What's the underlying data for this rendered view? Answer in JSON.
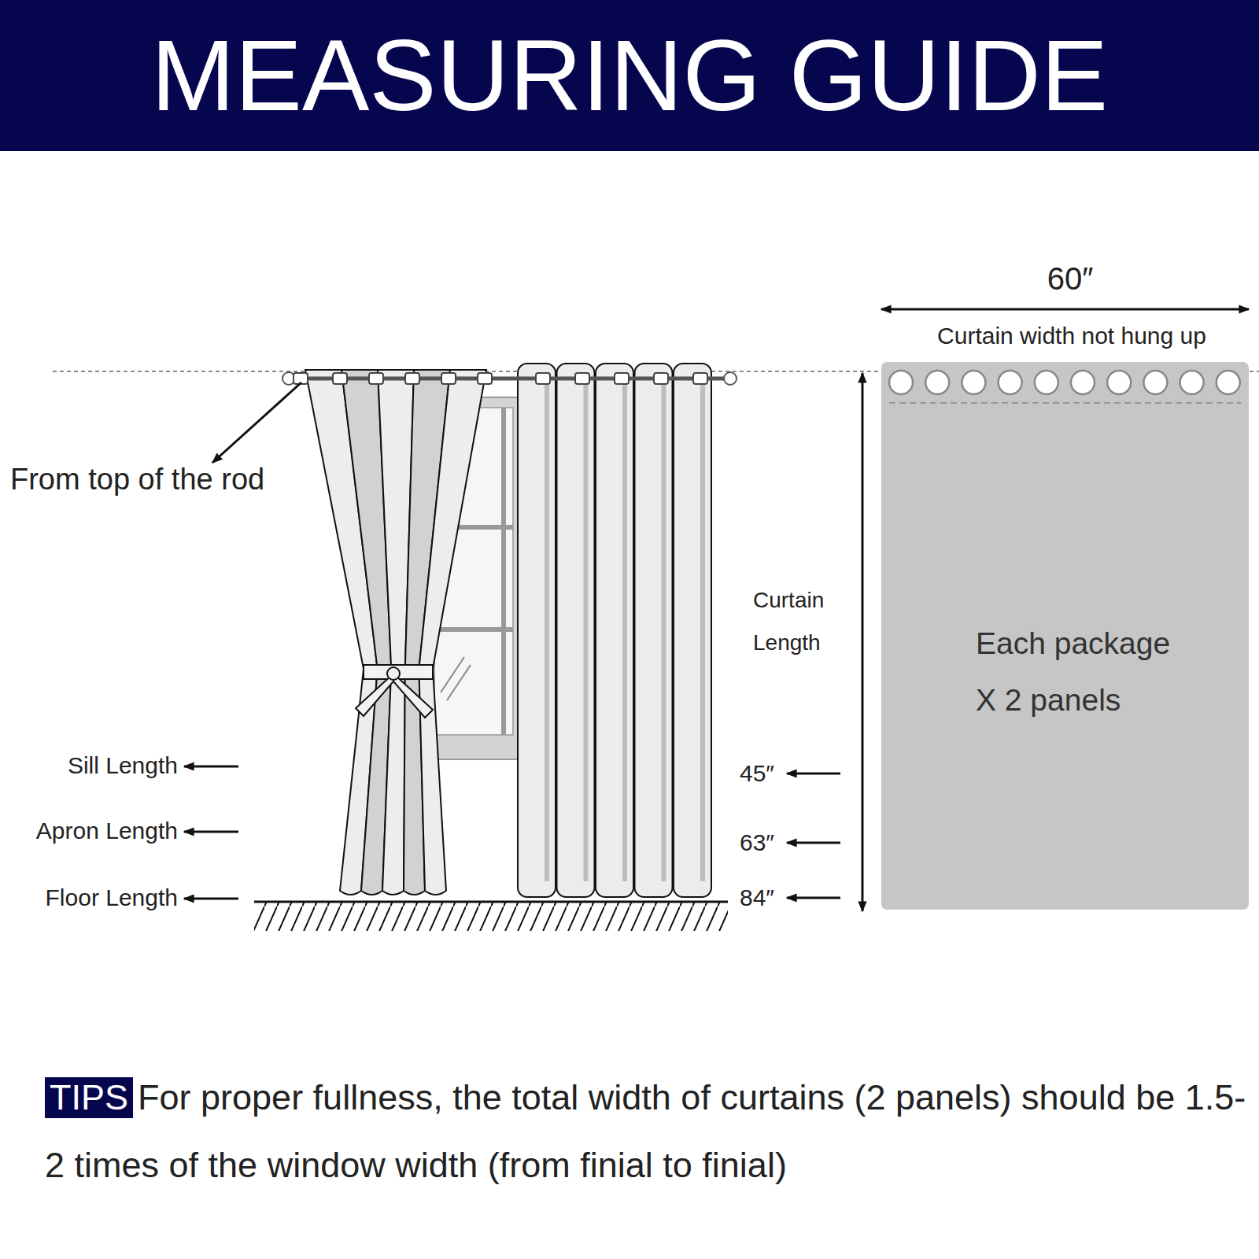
{
  "diagram": {
    "title": "MEASURING GUIDE",
    "nodes": [
      {
        "text": [
          "Each package X 2 panels"
        ]
      },
      {
        "text": [
          "TIPS"
        ]
      }
    ],
    "labels": [
      "60″",
      "Curtain width not hung up",
      "From top of the rod",
      "Curtain Length",
      "Sill Length",
      "Apron Length",
      "Floor Length",
      "45″",
      "63″",
      "84″",
      "For proper fullness, the total width of curtains (2 panels) should be 1.5-2 times of the window width (from finial to finial)"
    ]
  }
}
